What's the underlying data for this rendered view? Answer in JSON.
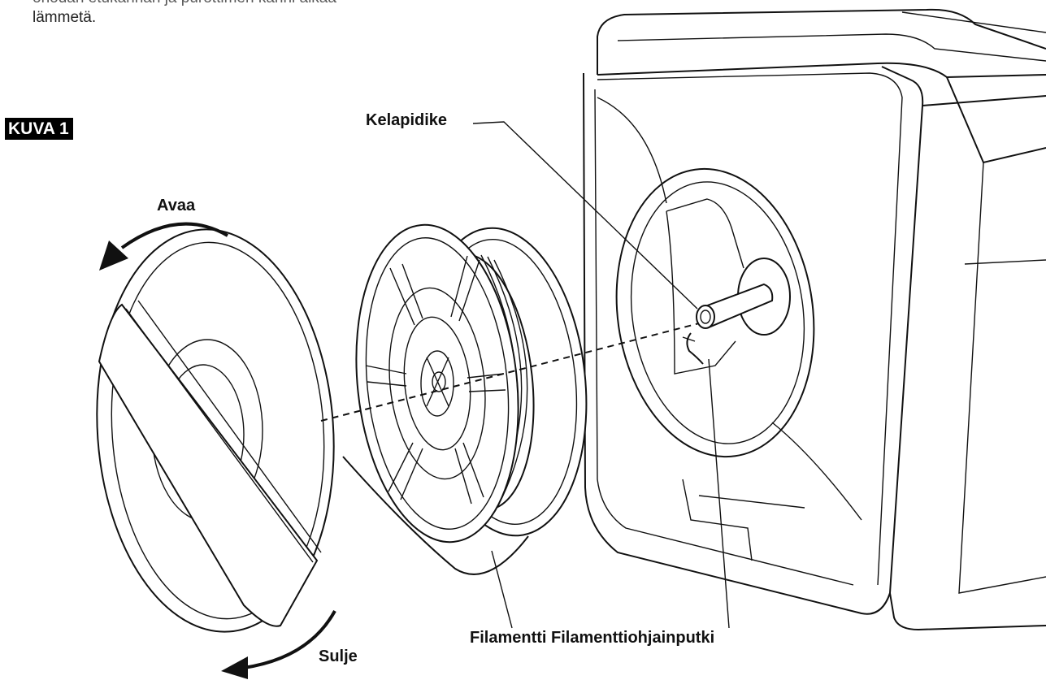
{
  "intro_text": {
    "line1": "ohodan etukannan ja purottimen kanni alkaa",
    "line2": "lämmetä."
  },
  "figure_label": "KUVA 1",
  "labels": {
    "spool_holder": "Kelapidike",
    "open": "Avaa",
    "close": "Sulje",
    "bottom": "Filamentti Filamenttiohjainputki"
  }
}
